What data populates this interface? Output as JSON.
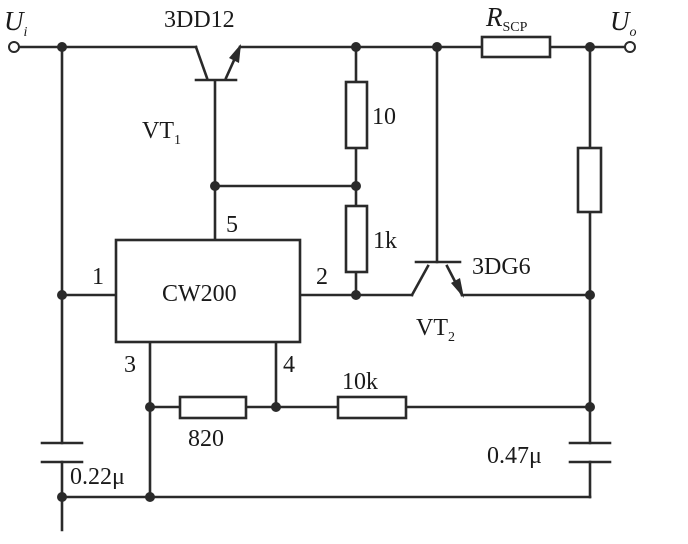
{
  "terminals": {
    "input": {
      "symbol": "U",
      "subscript": "i"
    },
    "output": {
      "symbol": "U",
      "subscript": "o"
    }
  },
  "ic": {
    "label": "CW200",
    "pins": [
      "1",
      "2",
      "3",
      "4",
      "5"
    ]
  },
  "transistors": [
    {
      "name": "VT",
      "index": "1",
      "part": "3DD12"
    },
    {
      "name": "VT",
      "index": "2",
      "part": "3DG6"
    }
  ],
  "resistors": {
    "r_scp": {
      "symbol": "R",
      "subscript": "SCP"
    },
    "r_10": "10",
    "r_1k": "1k",
    "r_10k": "10k",
    "r_820": "820"
  },
  "capacitors": {
    "c_in": "0.22μ",
    "c_out": "0.47μ"
  }
}
